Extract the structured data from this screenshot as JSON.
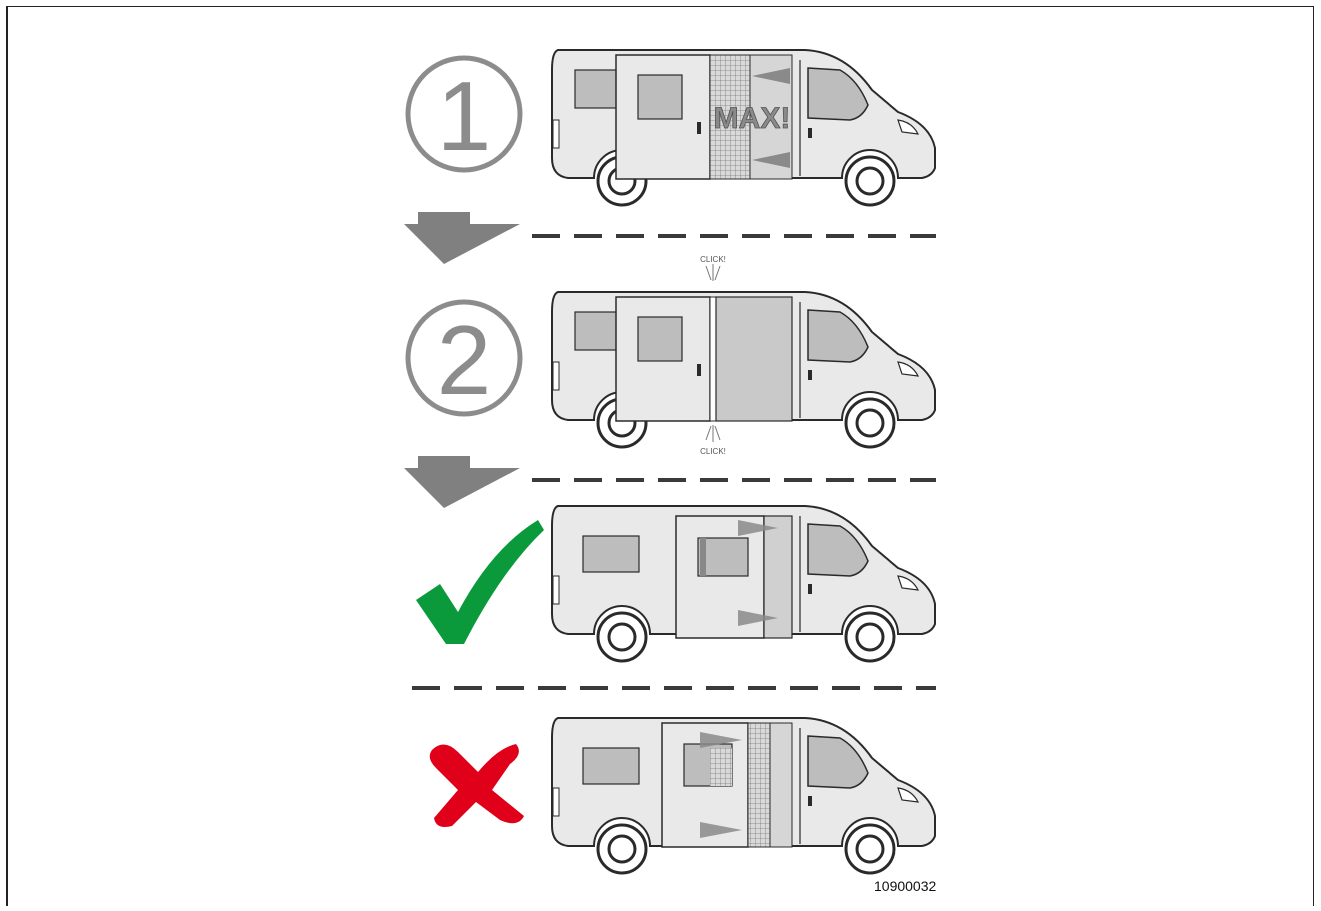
{
  "figure": {
    "number": "10900032"
  },
  "steps": [
    {
      "label": "1",
      "overlay_text": "MAX!"
    },
    {
      "label": "2",
      "click_label": "CLICK!"
    }
  ],
  "result_marks": [
    {
      "meaning": "correct",
      "icon": "checkmark-icon",
      "color": "#0a9a3c"
    },
    {
      "meaning": "wrong",
      "icon": "cross-icon",
      "color": "#e0001a"
    }
  ],
  "colors": {
    "van_body": "#e9e9e9",
    "van_outline": "#2a2a2a",
    "window": "#bdbdbd",
    "step_number": "#8c8c8c",
    "arrow": "#808080",
    "dash": "#3a3a3a"
  }
}
